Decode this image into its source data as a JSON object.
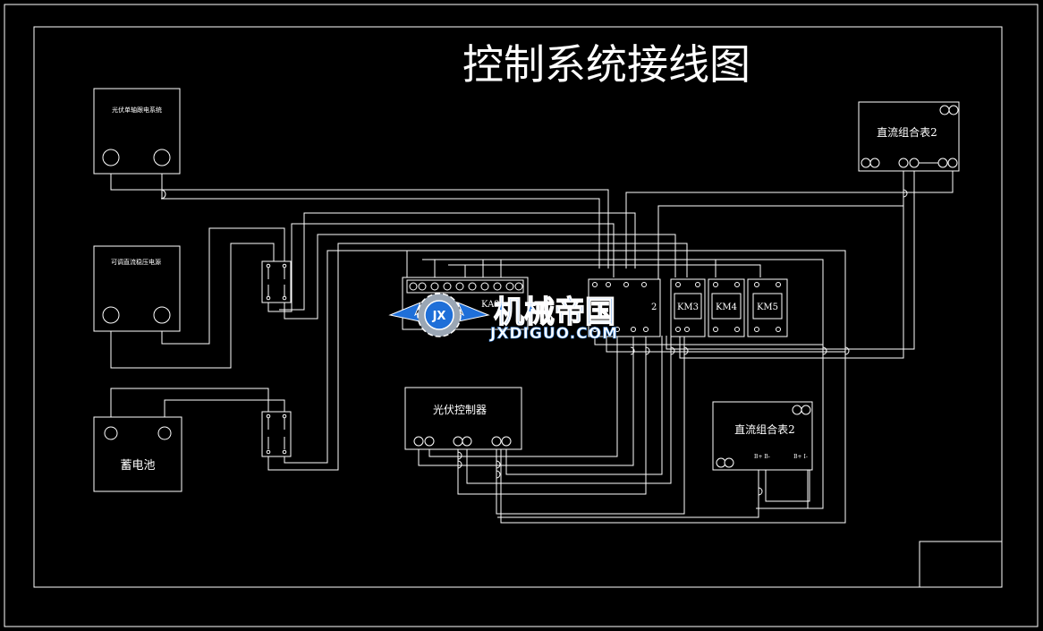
{
  "title": "控制系统接线图",
  "components": {
    "pv_system": "光伏单轴跟电系统",
    "dc_supply": "可调直流稳压电源",
    "battery": "蓄电池",
    "pv_controller": "光伏控制器",
    "dc_meter_top": "直流组合表2",
    "dc_meter_bottom": "直流组合表2",
    "meter_terminal_left": "B+ B-",
    "meter_terminal_right": "B+ I-"
  },
  "relays": {
    "ka3": "KA3",
    "km2": "2",
    "km3": "KM3",
    "km4": "KM4",
    "km5": "KM5"
  },
  "watermark": {
    "cn": "机械帝国",
    "en": "JXDIGUO.COM",
    "badge": "JX"
  },
  "colors": {
    "background": "#000000",
    "line": "#ffffff",
    "watermark_blue": "#1f6fd8"
  }
}
